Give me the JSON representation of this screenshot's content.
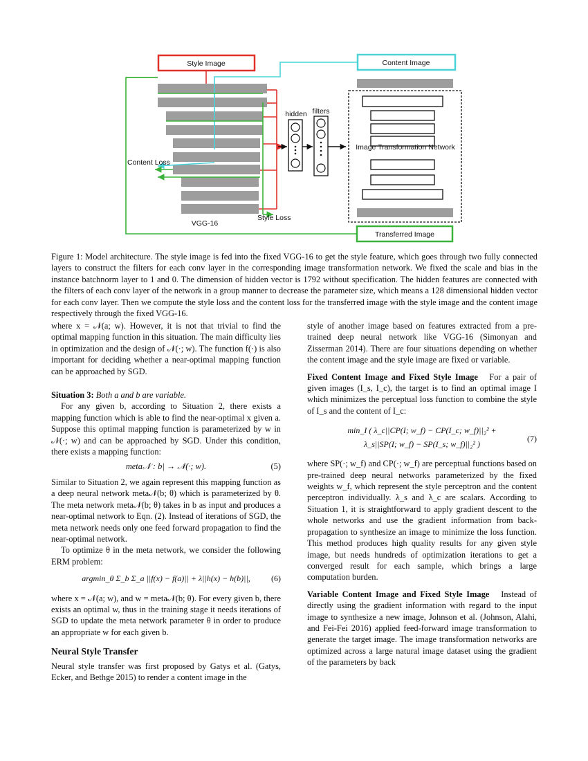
{
  "figure": {
    "style_image": "Style Image",
    "content_image": "Content Image",
    "transferred_image": "Transferred Image",
    "content_loss": "Content Loss",
    "style_loss": "Style Loss",
    "vgg": "VGG-16",
    "hidden": "hidden",
    "filters": "filters",
    "itn": "Image Transformation Network",
    "colors": {
      "style": "#e0302a",
      "content": "#4ad4d8",
      "transferred": "#3bb33a",
      "bar": "#9d9d9d"
    }
  },
  "caption": "Figure 1: Model architecture. The style image is fed into the fixed VGG-16 to get the style feature, which goes through two fully connected layers to construct the filters for each conv layer in the corresponding image transformation network. We fixed the scale and bias in the instance batchnorm layer to 1 and 0. The dimension of hidden vector is 1792 without specification. The hidden features are connected with the filters of each conv layer of the network in a group manner to decrease the parameter size, which means a 128 dimensional hidden vector for each conv layer. Then we compute the style loss and the content loss for the transferred image with the style image and the content image respectively through the fixed VGG-16.",
  "left": {
    "p1": "where x = 𝒩(a; w). However, it is not that trivial to find the optimal mapping function in this situation. The main difficulty lies in optimization and the design of 𝒩(·; w). The function f(·) is also important for deciding whether a near-optimal mapping function can be approached by SGD.",
    "sit3_label": "Situation 3:",
    "sit3_text": "Both a and b are variable.",
    "p2": "For any given b, according to Situation 2, there exists a mapping function which is able to find the near-optimal x given a. Suppose this optimal mapping function is parameterized by w in 𝒩(·; w) and can be approached by SGD. Under this condition, there exists a mapping function:",
    "eq5": "meta𝒩 : b| → 𝒩(·; w).",
    "eq5_num": "(5)",
    "p3": "Similar to Situation 2, we again represent this mapping function as a deep neural network meta𝒩(b; θ) which is parameterized by θ. The meta network meta𝒩(b; θ) takes in b as input and produces a near-optimal network to Eqn. (2). Instead of iterations of SGD, the meta network needs only one feed forward propagation to find the near-optimal network.",
    "p4": "To optimize θ in the meta network, we consider the following ERM problem:",
    "eq6": "argmin_θ Σ_b Σ_a ||f(x) − f(a)|| + λ||h(x) − h(b)||,",
    "eq6_num": "(6)",
    "p5": "where x = 𝒩(a; w), and w = meta𝒩(b; θ). For every given b, there exists an optimal w, thus in the training stage it needs iterations of SGD to update the meta network parameter θ in order to produce an appropriate w for each given b.",
    "section": "Neural Style Transfer",
    "p6": "Neural style transfer was first proposed by Gatys et al. (Gatys, Ecker, and Bethge 2015) to render a content image in the"
  },
  "right": {
    "p1": "style of another image based on features extracted from a pre-trained deep neural network like VGG-16 (Simonyan and Zisserman 2014). There are four situations depending on whether the content image and the style image are fixed or variable.",
    "h1": "Fixed Content Image and Fixed Style Image",
    "p2": "For a pair of given images (I_s, I_c), the target is to find an optimal image I which minimizes the perceptual loss function to combine the style of I_s and the content of I_c:",
    "eq7_line1": "min_I ( λ_c||CP(I; w_f) − CP(I_c; w_f)||₂² +",
    "eq7_line2": "λ_s||SP(I; w_f) − SP(I_s; w_f)||₂² )",
    "eq7_num": "(7)",
    "p3": "where SP(·; w_f) and CP(·; w_f) are perceptual functions based on pre-trained deep neural networks parameterized by the fixed weights w_f, which represent the style perceptron and the content perceptron individually. λ_s and λ_c are scalars. According to Situation 1, it is straightforward to apply gradient descent to the whole networks and use the gradient information from back-propagation to synthesize an image to minimize the loss function. This method produces high quality results for any given style image, but needs hundreds of optimization iterations to get a converged result for each sample, which brings a large computation burden.",
    "h2": "Variable Content Image and Fixed Style Image",
    "p4": "Instead of directly using the gradient information with regard to the input image to synthesize a new image, Johnson et al. (Johnson, Alahi, and Fei-Fei 2016) applied feed-forward image transformation to generate the target image. The image transformation networks are optimized across a large natural image dataset using the gradient of the parameters by back"
  }
}
